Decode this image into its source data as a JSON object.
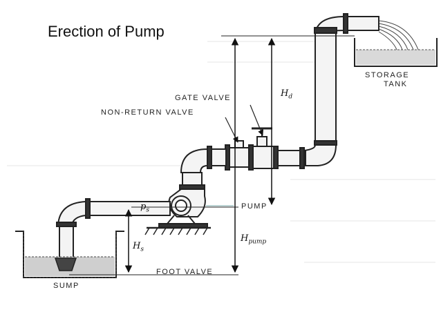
{
  "title": "Erection of Pump",
  "labels": {
    "gate_valve": "GATE VALVE",
    "non_return_valve": "NON-RETURN VALVE",
    "pump": "PUMP",
    "foot_valve": "FOOT VALVE",
    "sump": "SUMP",
    "storage_tank_line1": "STORAGE",
    "storage_tank_line2": "TANK"
  },
  "symbols": {
    "delivery_head_base": "H",
    "delivery_head_sub": "d",
    "suction_head_base": "H",
    "suction_head_sub": "s",
    "pressure_base": "p",
    "pressure_sub": "s",
    "pump_head_base": "H",
    "pump_head_sub": "pump"
  }
}
